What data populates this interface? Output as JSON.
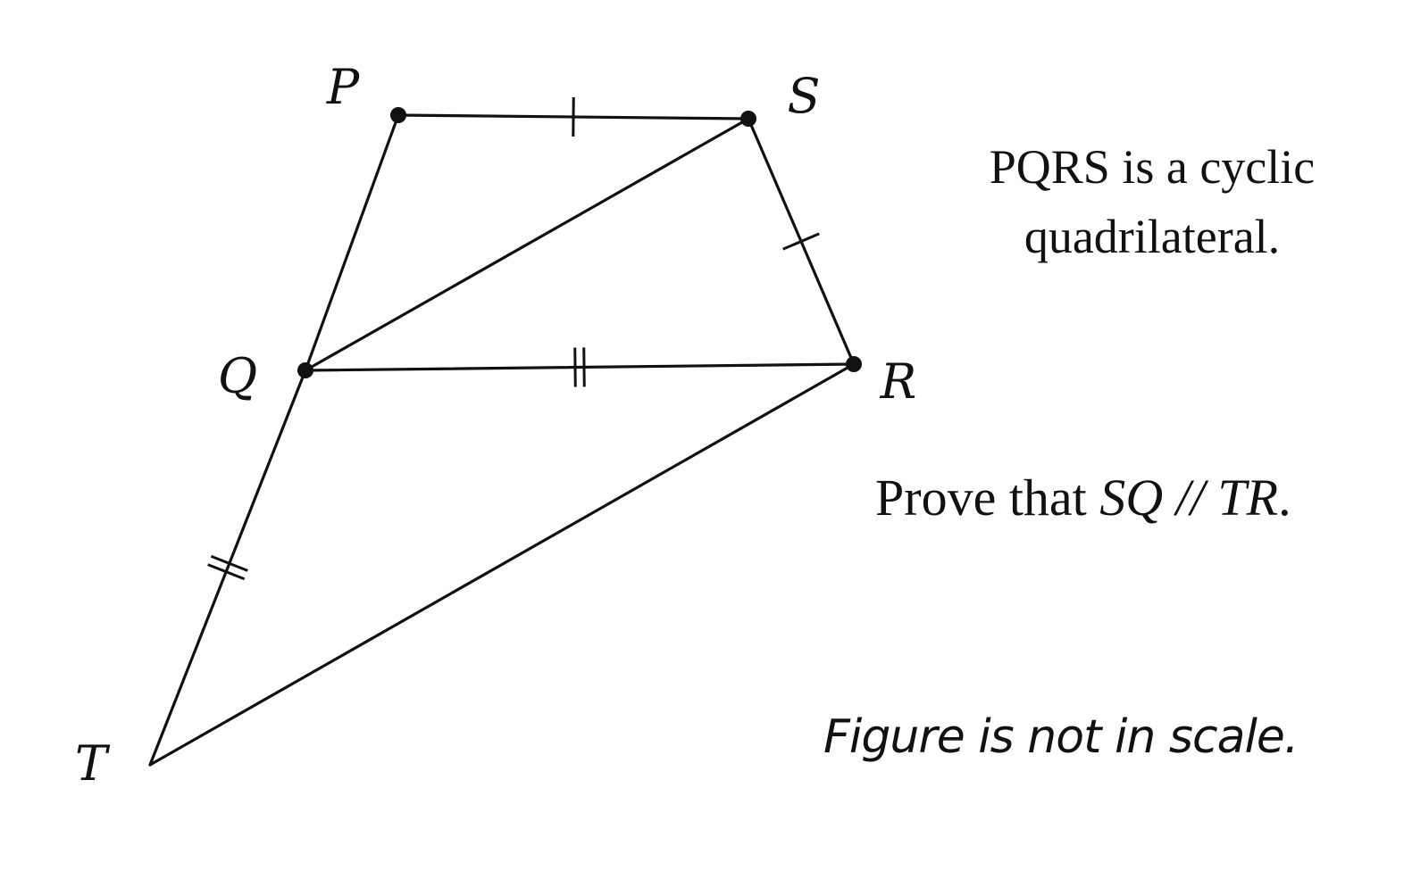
{
  "diagram": {
    "vertices": [
      {
        "id": "P",
        "label": "P"
      },
      {
        "id": "S",
        "label": "S"
      },
      {
        "id": "Q",
        "label": "Q"
      },
      {
        "id": "R",
        "label": "R"
      },
      {
        "id": "T",
        "label": "T"
      }
    ],
    "segments": [
      {
        "id": "PS",
        "from": "P",
        "to": "S",
        "tick_marks": 1
      },
      {
        "id": "SR",
        "from": "S",
        "to": "R",
        "tick_marks": 1
      },
      {
        "id": "PQ",
        "from": "P",
        "to": "Q",
        "tick_marks": 0
      },
      {
        "id": "QS",
        "from": "Q",
        "to": "S",
        "tick_marks": 0
      },
      {
        "id": "QR",
        "from": "Q",
        "to": "R",
        "tick_marks": 2
      },
      {
        "id": "QT",
        "from": "Q",
        "to": "T",
        "tick_marks": 2
      },
      {
        "id": "TR",
        "from": "T",
        "to": "R",
        "tick_marks": 0
      }
    ]
  },
  "statement": {
    "line1": "PQRS is a cyclic",
    "line2": "quadrilateral."
  },
  "task": {
    "prefix": "Prove that",
    "expression": "SQ // TR",
    "suffix": "."
  },
  "note": "Figure is not in scale."
}
